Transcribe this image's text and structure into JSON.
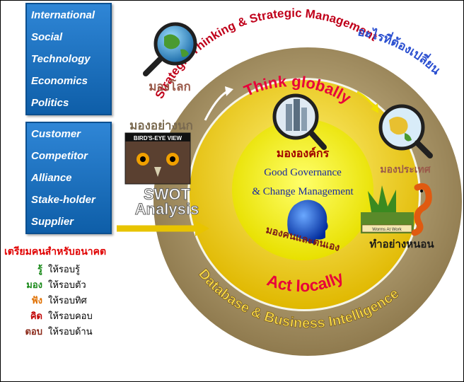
{
  "top_box": {
    "items": [
      "International",
      "Social",
      "Technology",
      "Economics",
      "Politics"
    ]
  },
  "bottom_box": {
    "items": [
      "Customer",
      "Competitor",
      "Alliance",
      "Stake-holder",
      "Supplier"
    ]
  },
  "outer_ring": {
    "top_text": "Strategic Thinking & Strategic Management",
    "bottom_text": "Database & Business Intelligence",
    "corner_text": "อะไรที่ต้องเปลี่ยน"
  },
  "middle_ring": {
    "top_text": "Think globally",
    "bottom_text": "Act locally"
  },
  "center": {
    "line1": "Good Governance",
    "line2": "& Change Management"
  },
  "labels": {
    "world": "มองโลก",
    "bird": "มองอย่างนก",
    "bird_badge": "BIRD'S-EYE VIEW",
    "org": "มององค์กร",
    "country": "มองประเทศ",
    "self": "มองคนและตนเอง",
    "worm": "ทำอย่างหนอน",
    "worm_sign": "Worms At Work",
    "swot_1": "SWOT",
    "swot_2": "Analysis"
  },
  "prep": {
    "title": "เตรียมคนสำหรับอนาคต",
    "rows": [
      {
        "key": "รู้",
        "value": "ให้รอบรู้",
        "color": "#1a8a1a"
      },
      {
        "key": "มอง",
        "value": "ให้รอบตัว",
        "color": "#1a8a1a"
      },
      {
        "key": "ฟัง",
        "value": "ให้รอบทิศ",
        "color": "#e07000"
      },
      {
        "key": "คิด",
        "value": "ให้รอบคอบ",
        "color": "#c00000"
      },
      {
        "key": "ตอบ",
        "value": "ให้รอบด้าน",
        "color": "#8b2a1a"
      }
    ]
  },
  "colors": {
    "outer_ring": "#b8a27a",
    "middle_ring": "#f0cc10",
    "center": "#f6f21a",
    "box": "#1a6ec0"
  }
}
